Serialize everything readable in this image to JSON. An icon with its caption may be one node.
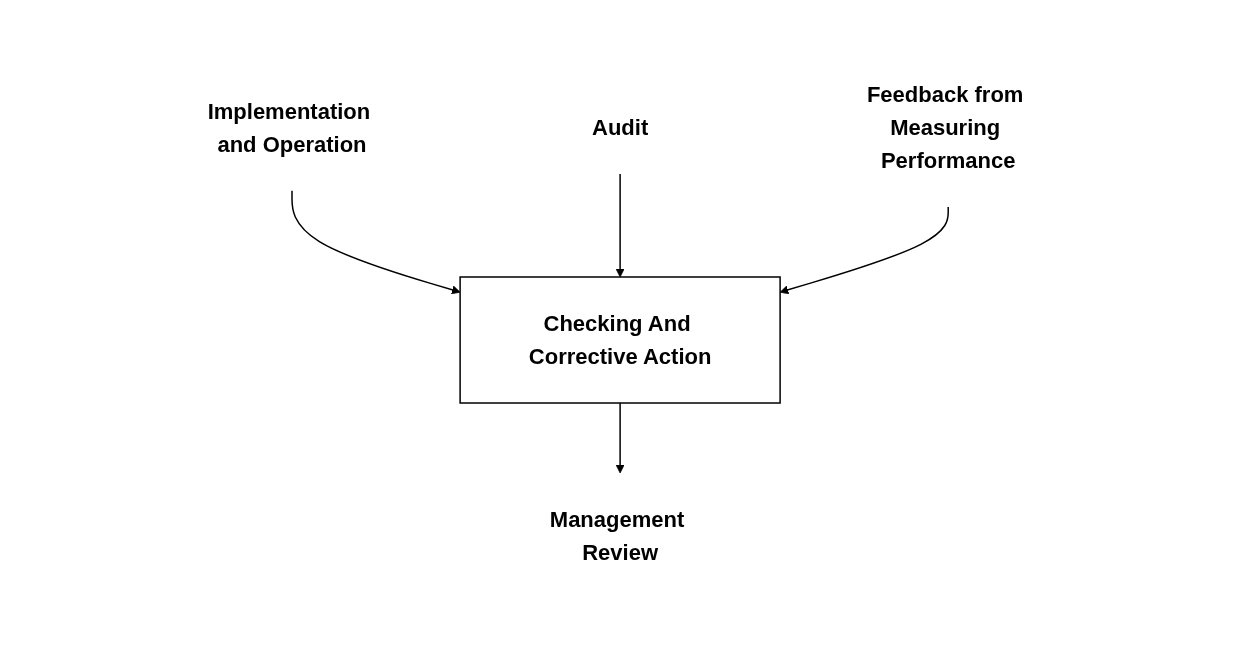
{
  "diagram": {
    "nodes": [
      {
        "text": [
          "Implementation and Operation"
        ]
      },
      {
        "text": [
          "Audit"
        ]
      },
      {
        "text": [
          "Checking And Corrective Action"
        ]
      },
      {
        "text": [
          "Feedback from Measuring Performance"
        ]
      },
      {
        "text": [
          "Management Review"
        ]
      }
    ],
    "edges": [
      {
        "from": 0,
        "to": 2,
        "arrow": "to"
      },
      {
        "from": 1,
        "to": 2,
        "arrow": "to"
      },
      {
        "from": 3,
        "to": 2,
        "arrow": "to"
      },
      {
        "from": 2,
        "to": 4,
        "arrow": "to"
      }
    ]
  }
}
